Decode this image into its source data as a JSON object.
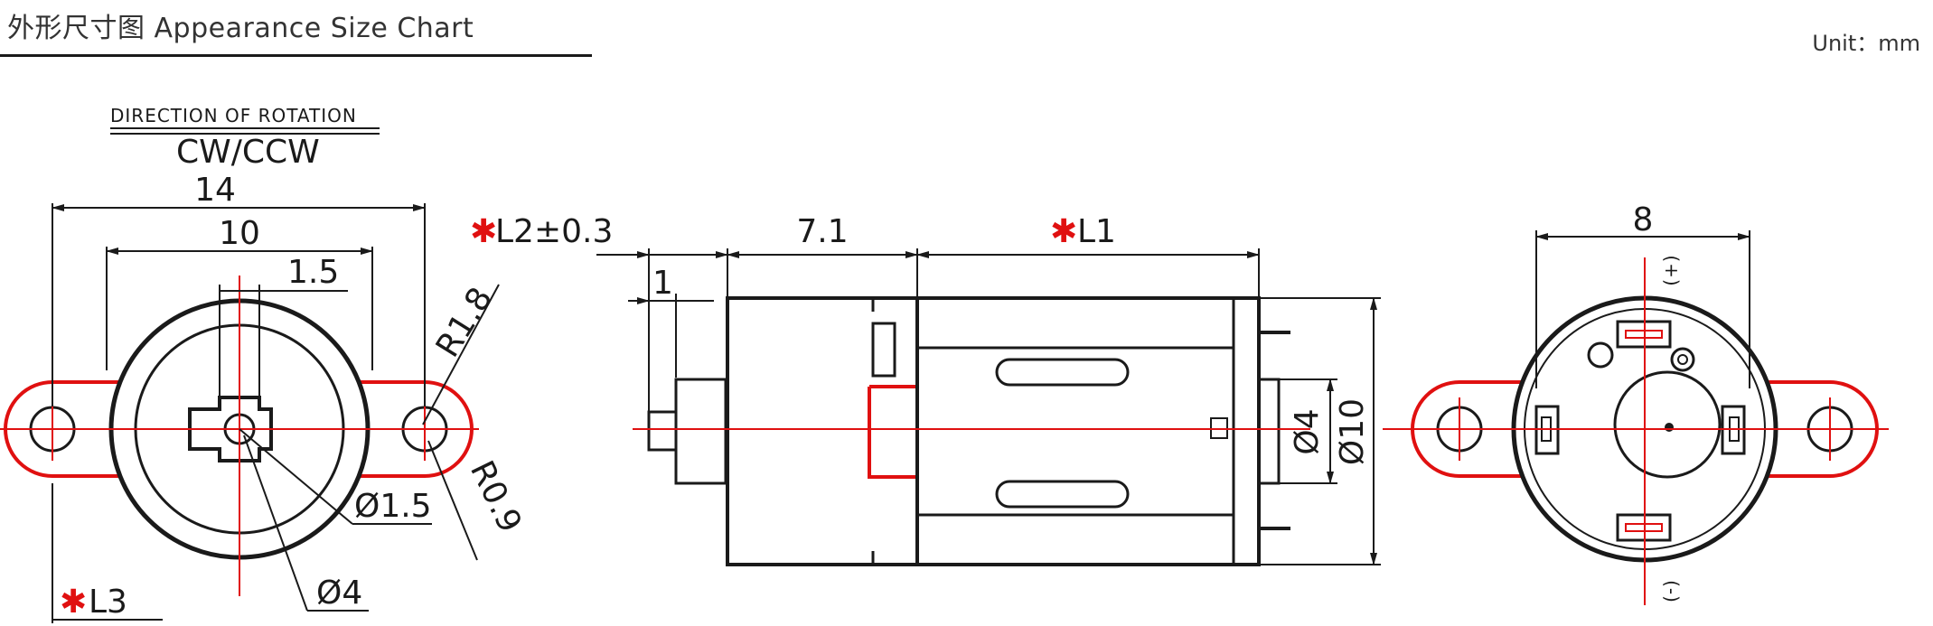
{
  "header": {
    "title": "外形尺寸图 Appearance Size Chart",
    "unit": "Unit：mm"
  },
  "front_view": {
    "rotation_label": "DIRECTION OF ROTATION",
    "rotation_value": "CW/CCW",
    "dim_width": "14",
    "dim_inner": "10",
    "dim_shaft": "1.5",
    "dim_r1": "R1.8",
    "dim_r2": "R0.9",
    "dim_hole": "Ø1.5",
    "dim_boss": "Ø4",
    "l3_mark": "✱",
    "l3_label": "L3"
  },
  "side_view": {
    "l2_mark": "✱",
    "l2_label": "L2±0.3",
    "dim_gear": "7.1",
    "l1_mark": "✱",
    "l1_label": "L1",
    "dim_shaft_len": "1",
    "dim_d4": "Ø4",
    "dim_d10": "Ø10"
  },
  "rear_view": {
    "dim_width": "8",
    "plus_label": "(+)",
    "minus_label": "(-)"
  },
  "colors": {
    "line": "#1a1a1a",
    "accent": "#e01010"
  }
}
